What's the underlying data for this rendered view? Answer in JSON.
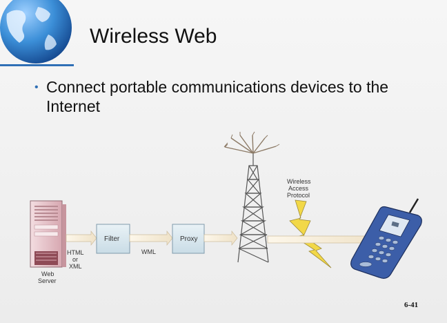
{
  "slide": {
    "title": "Wireless Web",
    "bullet": "Connect portable communications devices to the Internet",
    "page_number": "6-41"
  },
  "diagram": {
    "web_server_label_1": "Web",
    "web_server_label_2": "Server",
    "format_label_1": "HTML",
    "format_label_2": "or",
    "format_label_3": "XML",
    "filter_label": "Filter",
    "wml_label": "WML",
    "proxy_label": "Proxy",
    "protocol_label_1": "Wireless",
    "protocol_label_2": "Access",
    "protocol_label_3": "Protocol"
  },
  "colors": {
    "accent": "#2f6fb5",
    "box_fill": "#d9e7ee",
    "server_fill": "#e8c9cf",
    "lightning": "#f2d848",
    "phone_body": "#3c5ea8"
  },
  "icons": [
    "globe-icon",
    "web-server-icon",
    "antenna-tower-icon",
    "lightning-icon",
    "mobile-phone-icon"
  ]
}
